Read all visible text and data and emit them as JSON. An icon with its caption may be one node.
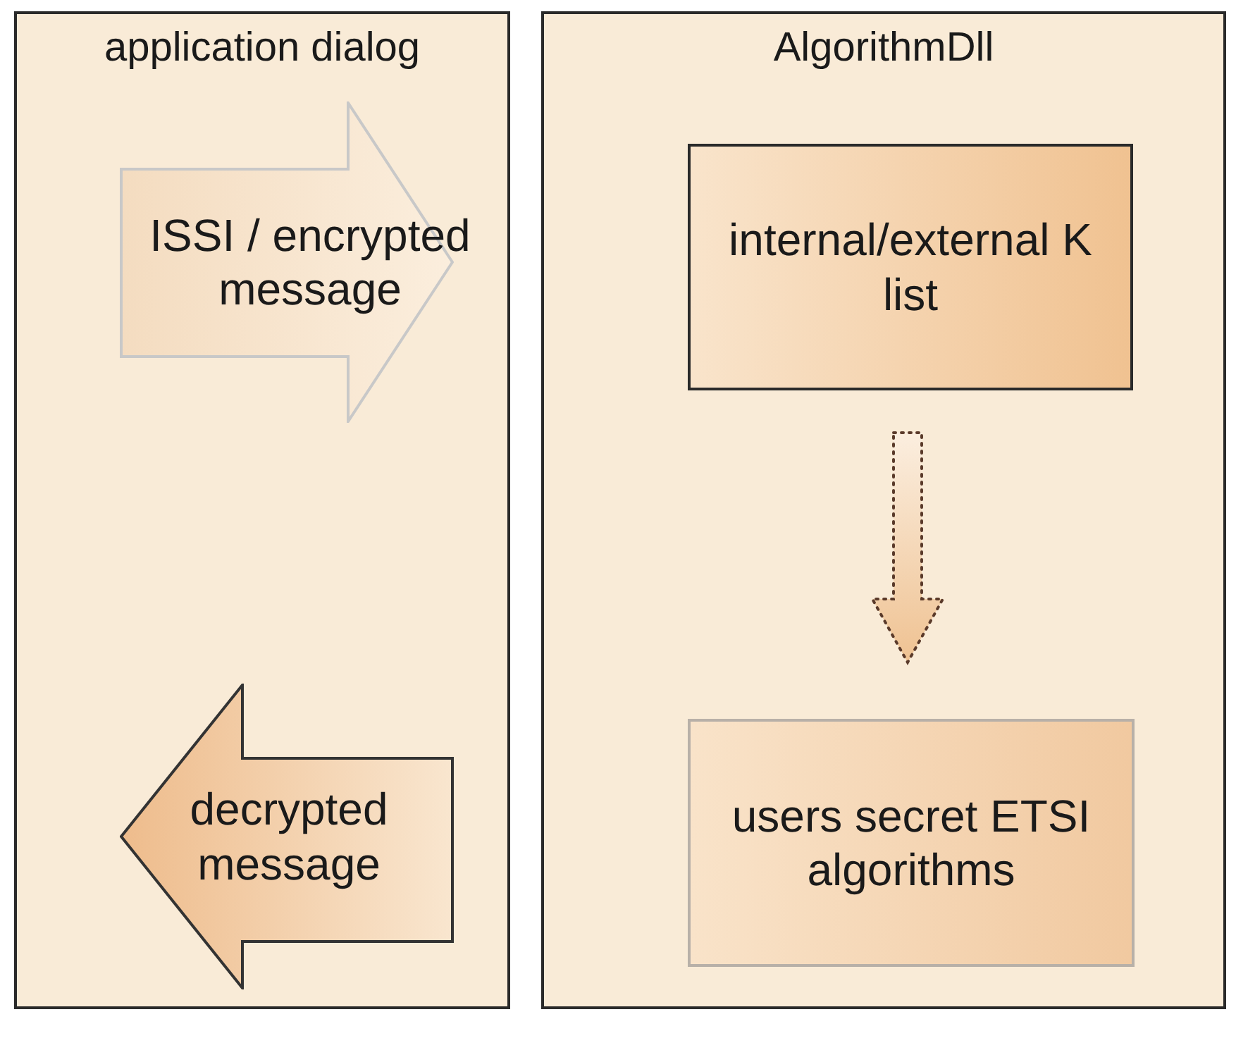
{
  "diagram": {
    "nodes": [
      {
        "text": [
          "application dialog"
        ]
      },
      {
        "text": [
          "ISSI / encrypted message"
        ],
        "in": 0
      },
      {
        "text": [
          "decrypted message"
        ],
        "in": 0
      },
      {
        "text": [
          "AlgorithmDll"
        ]
      },
      {
        "text": [
          "internal/external K list"
        ],
        "in": 3
      },
      {
        "text": [
          "users secret ETSI algorithms"
        ],
        "in": 3
      }
    ],
    "edges": [
      {
        "from": 4,
        "to": 5,
        "arrow": "to",
        "style": "dashed"
      }
    ]
  }
}
